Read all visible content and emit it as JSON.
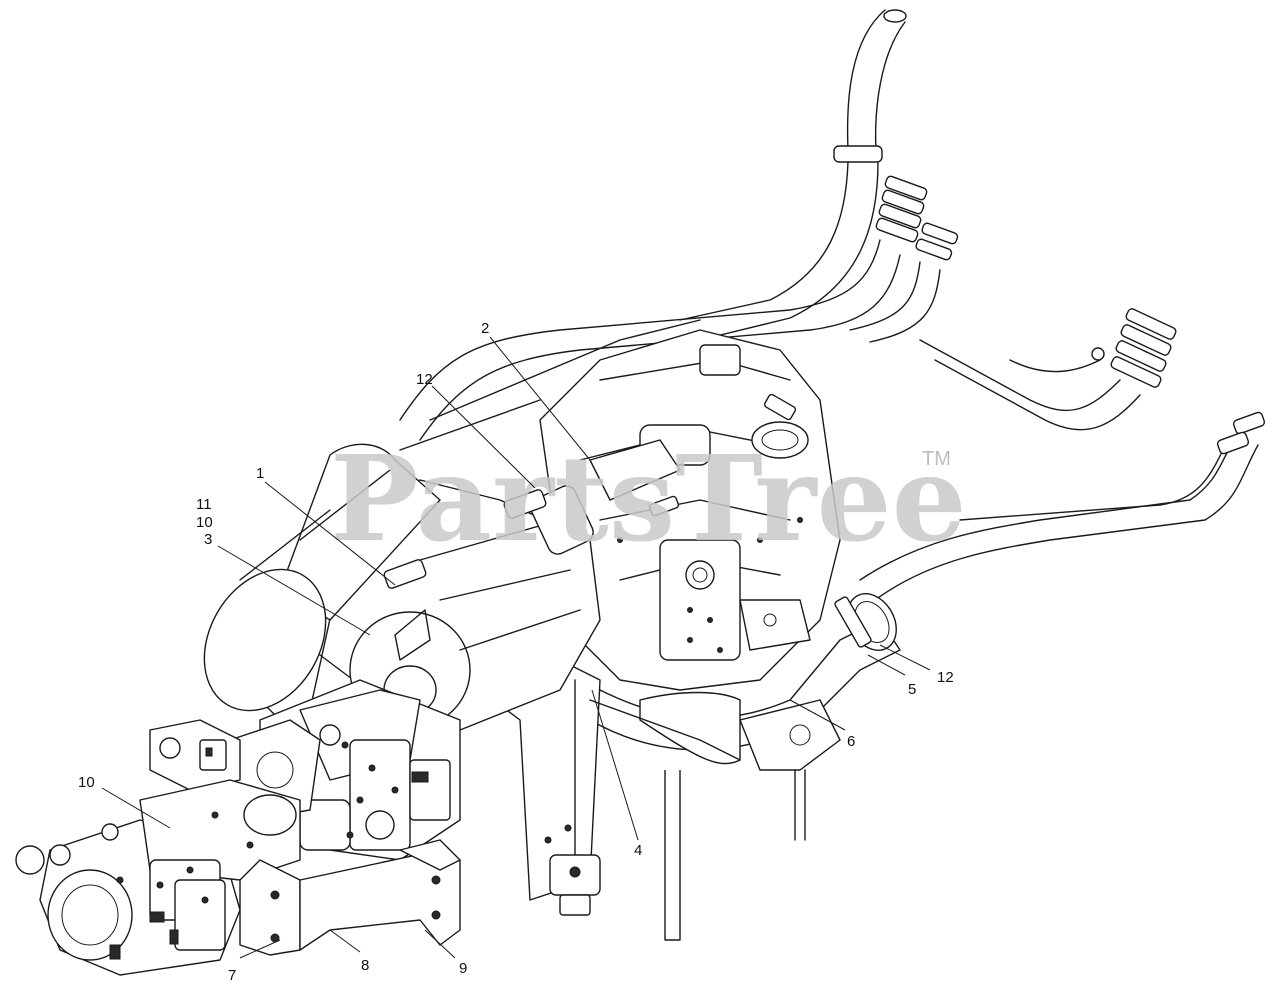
{
  "watermark": {
    "text": "PartsTree",
    "trademark": "TM"
  },
  "callouts": {
    "c1": "1",
    "c2": "2",
    "c3": "3",
    "c4": "4",
    "c5": "5",
    "c6": "6",
    "c7": "7",
    "c8": "8",
    "c9": "9",
    "c10a": "10",
    "c10b": "10",
    "c11": "11",
    "c12a": "12",
    "c12b": "12"
  }
}
